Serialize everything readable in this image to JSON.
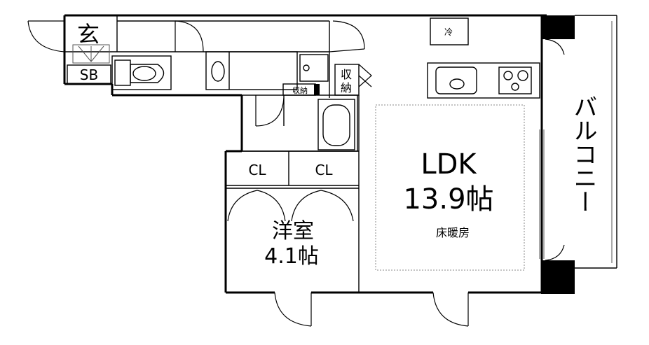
{
  "rooms": {
    "genkan": "玄",
    "sb": "SB",
    "ldk_name": "LDK",
    "ldk_size": "13.9帖",
    "ldk_heating": "床暖房",
    "yoshitsu_name": "洋室",
    "yoshitsu_size": "4.1帖",
    "cl_left": "CL",
    "cl_right": "CL",
    "shuno_1": "収",
    "shuno_2": "納",
    "shuno_small": "収納",
    "fridge": "冷",
    "balcony": "バルコニー"
  },
  "colors": {
    "wall": "#000000",
    "floor_heating_outline": "#888888",
    "background": "#ffffff"
  }
}
